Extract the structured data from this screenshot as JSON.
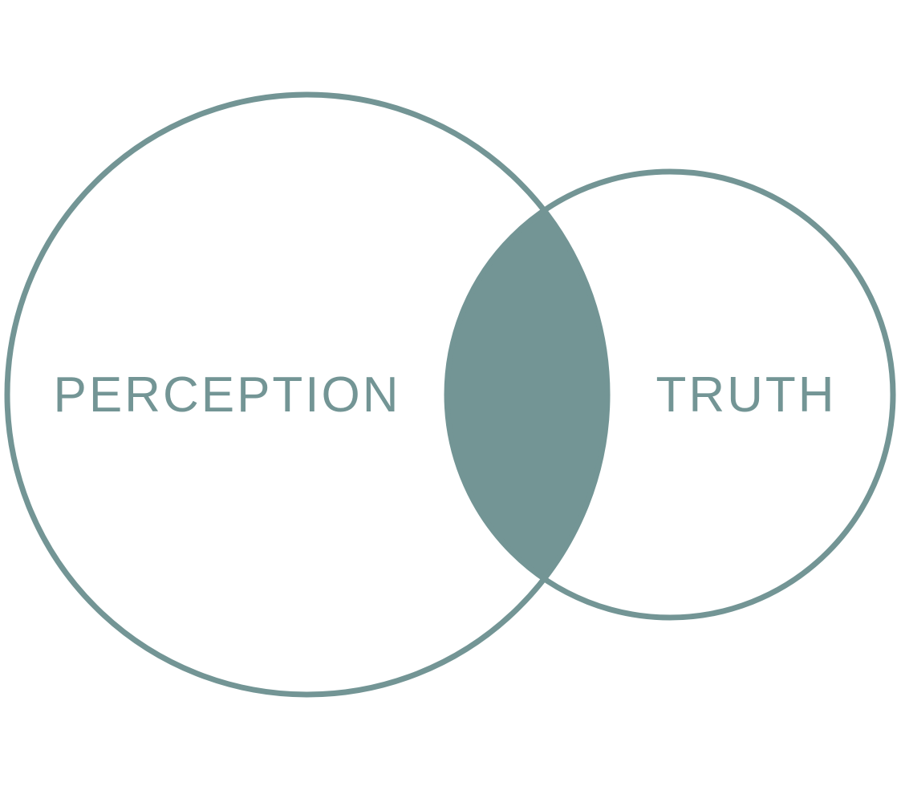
{
  "diagram": {
    "sets": [
      {
        "id": "perception",
        "label": "PERCEPTION"
      },
      {
        "id": "truth",
        "label": "TRUTH"
      }
    ],
    "intersection_filled": true,
    "colors": {
      "stroke": "#739595",
      "fill": "#739595",
      "text": "#739595",
      "background": "#ffffff"
    }
  }
}
